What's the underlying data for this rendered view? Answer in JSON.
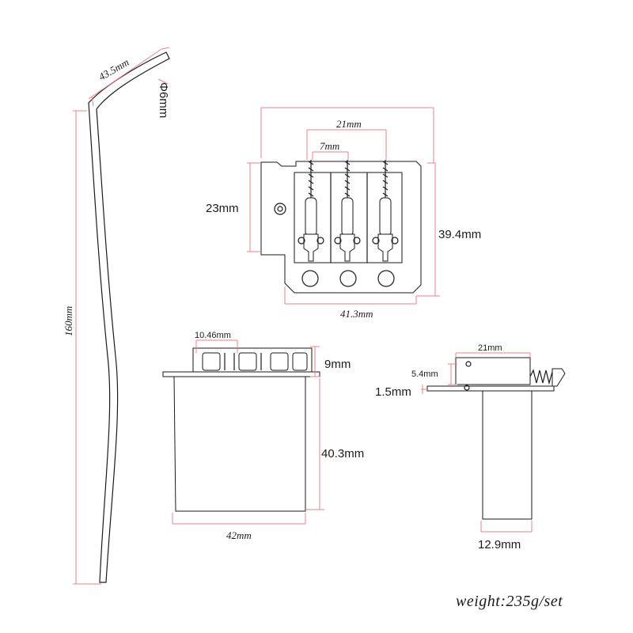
{
  "arm": {
    "length_label": "160mm",
    "tip_label": "43.5mm",
    "diameter_label": "Φ6mm"
  },
  "top_view": {
    "spacing_outer_label": "21mm",
    "spacing_inner_label": "7mm",
    "left_height_label": "23mm",
    "right_height_label": "39.4mm",
    "width_label": "41.3mm"
  },
  "front_view": {
    "saddle_label": "10.46mm",
    "height_top_label": "9mm",
    "block_height_label": "40.3mm",
    "width_label": "42mm"
  },
  "side_view": {
    "saddle_length_label": "21mm",
    "saddle_height_label": "5.4mm",
    "plate_label": "1.5mm",
    "block_width_label": "12.9mm"
  },
  "footer": {
    "weight_label": "weight:235g/set"
  }
}
